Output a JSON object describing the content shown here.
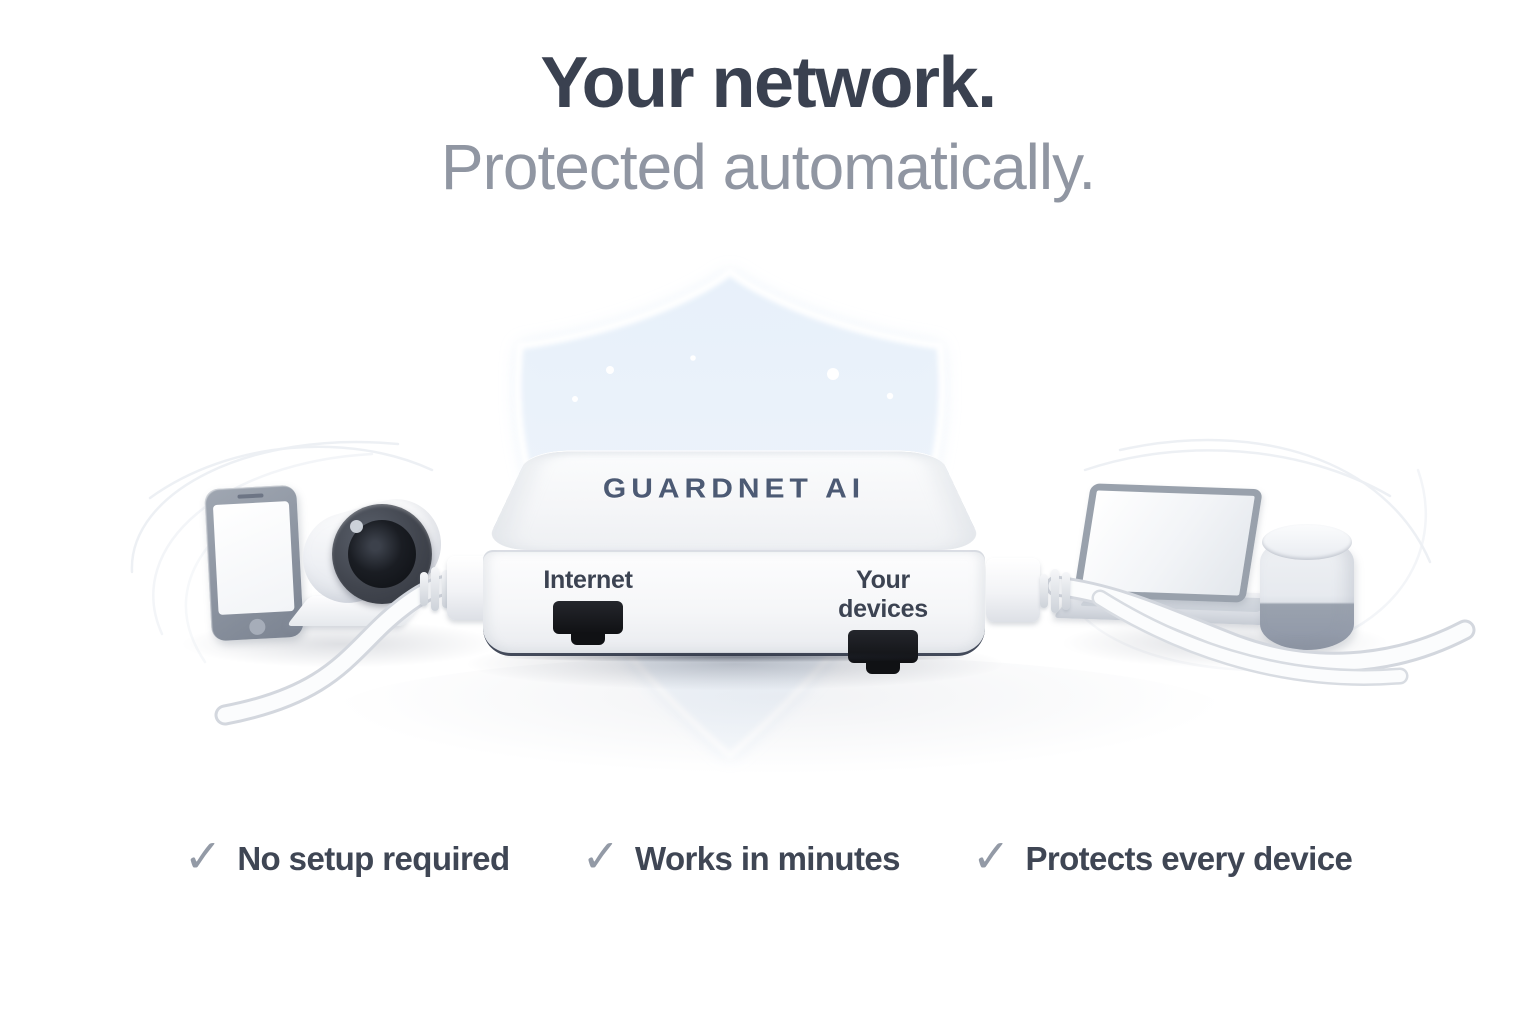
{
  "hero": {
    "headline": "Your network.",
    "subheadline": "Protected automatically."
  },
  "device": {
    "brand": "GUARDNET AI",
    "ports": [
      {
        "label": "Internet"
      },
      {
        "label": "Your devices"
      }
    ]
  },
  "features": {
    "check_glyph": "✓",
    "items": [
      {
        "label": "No setup required"
      },
      {
        "label": "Works in minutes"
      },
      {
        "label": "Protects every device"
      }
    ]
  },
  "illustrations": {
    "center": "guardnet-router-box",
    "shield": "protection-shield-glow",
    "left": [
      "smartphone",
      "security-camera"
    ],
    "right": [
      "laptop",
      "smart-speaker"
    ],
    "cables": [
      "left-ethernet-cable",
      "right-ethernet-cable"
    ]
  },
  "colors": {
    "background": "#ffffff",
    "headline": "#3a4150",
    "subheadline": "#9096a2",
    "brand_text": "#4c5a74",
    "port_label": "#3c4352",
    "port_jack": "#101114",
    "feature_text": "#3f4654",
    "check": "#939aa6",
    "shield_fill": "#eaf2fb"
  }
}
